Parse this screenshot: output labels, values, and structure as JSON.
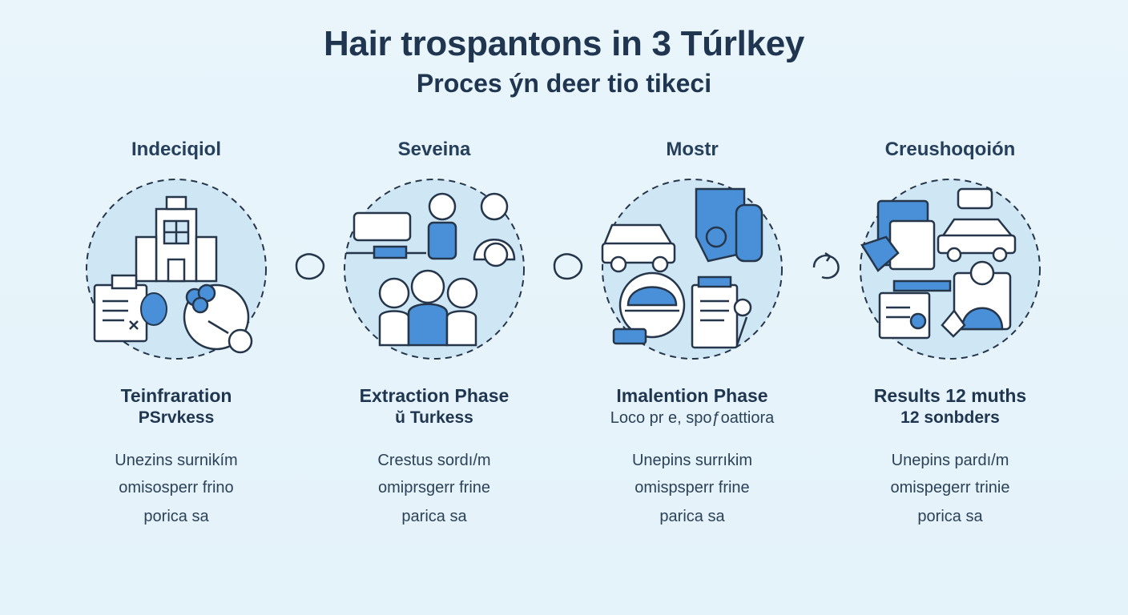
{
  "header": {
    "title": "Hair trospantons in 3 Túrlkey",
    "subtitle": "Proces ýn deer tio tikeci"
  },
  "colors": {
    "accent": "#4a90d9",
    "circle_fill": "#cfe6f5",
    "ink": "#1f3550"
  },
  "steps": [
    {
      "label": "Indeciqiol",
      "icons": [
        "hospital-building-icon",
        "document-icon",
        "virus-icon",
        "diagram-icon"
      ],
      "phase_title": "Teinfraration",
      "phase_sub": "PSrvkess",
      "desc": [
        "Unezins surnikím",
        "omisosperr frino",
        "porica sa"
      ]
    },
    {
      "label": "Seveina",
      "icons": [
        "speech-bubble-icon",
        "doctor-icon",
        "patient-icon",
        "medical-team-icon"
      ],
      "phase_title": "Extraction Phase",
      "phase_sub": "ŭ Turkess",
      "desc": [
        "Crestus sordı/m",
        "omiprsgerr frine",
        "parica sa"
      ]
    },
    {
      "label": "Mostr",
      "icons": [
        "car-icon",
        "face-profile-icon",
        "hand-icon",
        "dome-icon",
        "report-icon"
      ],
      "phase_title": "Imalention Phase",
      "phase_sub": "Loco pr e, spoƒoattiora",
      "desc": [
        "Unepins surrıkim",
        "omispsperr frine",
        "parica sa"
      ]
    },
    {
      "label": "Creushoqoión",
      "icons": [
        "document-stack-icon",
        "car-icon",
        "certificate-icon",
        "doctor-icon"
      ],
      "phase_title": "Results 12 muths",
      "phase_sub": "12 sonbders",
      "desc": [
        "Unepins pardı/m",
        "omispegerr trinie",
        "porica sa"
      ]
    }
  ]
}
